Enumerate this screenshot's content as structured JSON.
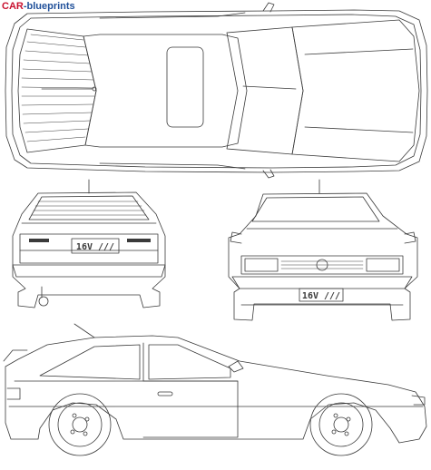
{
  "logo": {
    "part1": "CAR",
    "part2": "-blueprints"
  },
  "rear_view": {
    "plate": "16V ///"
  },
  "front_view": {
    "plate": "16V ///"
  },
  "colors": {
    "line": "#3a3a3a",
    "background": "#ffffff",
    "logo_red": "#c8102e",
    "logo_blue": "#1f4f99"
  }
}
